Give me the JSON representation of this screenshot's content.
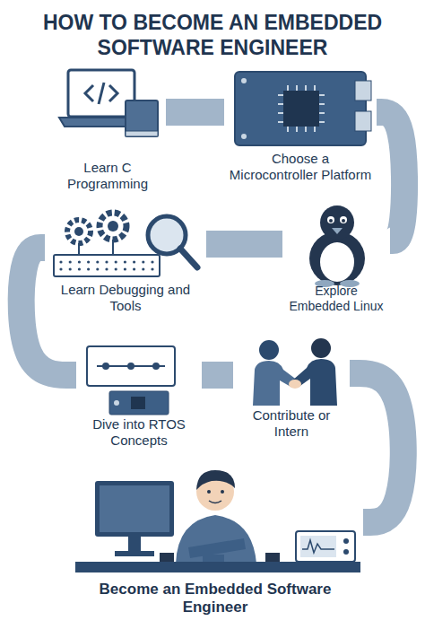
{
  "diagram": {
    "title": "HOW TO BECOME AN EMBEDDED SOFTWARE ENGINEER",
    "nodes": [
      {
        "text": [
          "Learn C Programming"
        ]
      },
      {
        "text": [
          "Choose a Microcontroller Platform"
        ]
      },
      {
        "text": [
          "Learn Debugging and Tools"
        ]
      },
      {
        "text": [
          "Explore Embedded Linux"
        ]
      },
      {
        "text": [
          "Dive into RTOS Concepts"
        ]
      },
      {
        "text": [
          "Contribute or Intern"
        ]
      },
      {
        "text": [
          "Become an Embedded Software Engineer"
        ]
      }
    ],
    "edges": [
      {
        "from": 0,
        "to": 1,
        "arrow": "none"
      },
      {
        "from": 1,
        "to": 3,
        "arrow": "none"
      },
      {
        "from": 3,
        "to": 2,
        "arrow": "none"
      },
      {
        "from": 2,
        "to": 4,
        "arrow": "none"
      },
      {
        "from": 4,
        "to": 5,
        "arrow": "none"
      },
      {
        "from": 5,
        "to": 6,
        "arrow": "none"
      }
    ]
  }
}
